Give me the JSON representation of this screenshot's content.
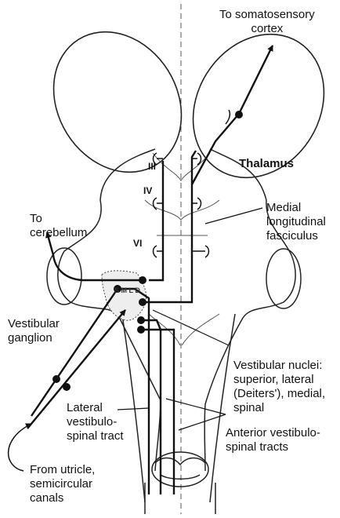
{
  "labels": {
    "somatosensory": [
      "To somatosensory",
      "cortex"
    ],
    "thalamus": "Thalamus",
    "cerebellum": [
      "To",
      "cerebellum"
    ],
    "mlf": [
      "Medial",
      "longitudinal",
      "fasciculus"
    ],
    "vestibular_ganglion": [
      "Vestibular",
      "ganglion"
    ],
    "vestibular_nuclei": [
      "Vestibular nuclei:",
      "superior, lateral",
      "(Deiters'), medial,",
      "spinal"
    ],
    "lateral_tract": [
      "Lateral",
      "vestibulo-",
      "spinal tract"
    ],
    "anterior_tracts": [
      "Anterior vestibulo-",
      "spinal tracts"
    ],
    "utricle": [
      "From utricle,",
      "semicircular",
      "canals"
    ]
  },
  "nuclei": {
    "III": "III",
    "IV": "IV",
    "VI": "VI",
    "nuclei_letters": "S M L D"
  }
}
